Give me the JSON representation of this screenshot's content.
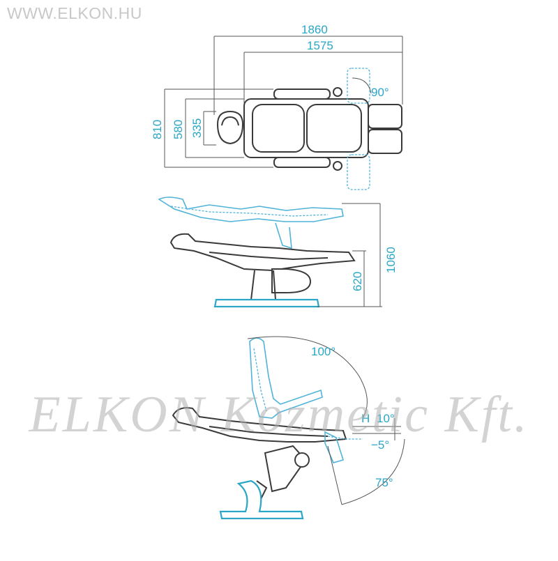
{
  "site_url": "WWW.ELKON.HU",
  "watermark": "ELKON Kozmetic Kft.",
  "colors": {
    "accent": "#2aa6c6",
    "outline": "#3a3a3a",
    "watermark": "#afafaf"
  },
  "top_view": {
    "total_length": "1860",
    "seat_length": "1575",
    "total_width": "810",
    "seat_width": "580",
    "headrest_width": "335",
    "armrest_angle": "90°"
  },
  "side_view": {
    "max_height": "1060",
    "min_height": "620"
  },
  "recline_view": {
    "backrest_angle": "100°",
    "height_label": "H",
    "up_angle": "10°",
    "down_angle": "−5°",
    "leg_angle": "75°"
  }
}
